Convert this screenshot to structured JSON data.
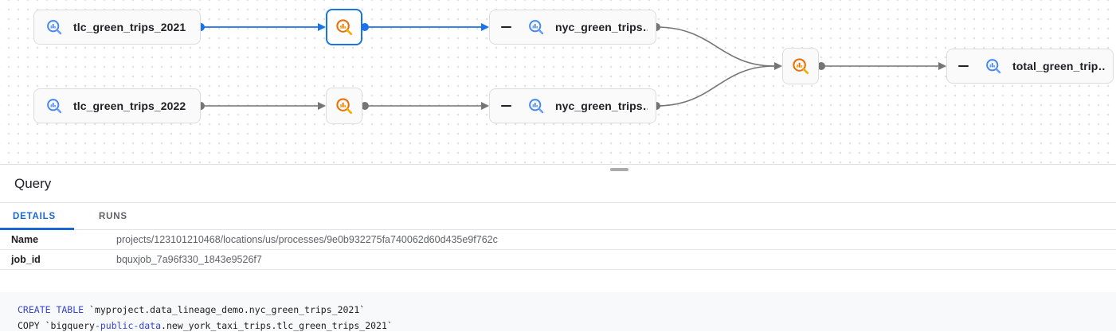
{
  "colors": {
    "accent_blue": "#1a73e8",
    "table_icon_blue": "#4285f4",
    "process_icon_orange": "#e8710a",
    "edge_gray": "#757575",
    "active_tab_blue": "#1967d2",
    "sql_keyword_blue": "#3745d0"
  },
  "graph": {
    "nodes": {
      "tlc_2021": "tlc_green_trips_2021",
      "tlc_2022": "tlc_green_trips_2022",
      "nyc_2021": "nyc_green_trips…",
      "nyc_2022": "nyc_green_trips…",
      "total": "total_green_trip…"
    }
  },
  "panel": {
    "title": "Query",
    "tabs": {
      "details": "DETAILS",
      "runs": "RUNS"
    },
    "fields": [
      {
        "label": "Name",
        "value": "projects/123101210468/locations/us/processes/9e0b932275fa740062d60d435e9f762c"
      },
      {
        "label": "job_id",
        "value": "bquxjob_7a96f330_1843e9526f7"
      }
    ]
  },
  "sql": {
    "line1_keyword": "CREATE TABLE",
    "line1_rest": " `myproject.data_lineage_demo.nyc_green_trips_2021`",
    "line2_start": "COPY `bigquery",
    "line2_keyword": "-public-data",
    "line2_rest": ".new_york_taxi_trips.tlc_green_trips_2021`"
  }
}
